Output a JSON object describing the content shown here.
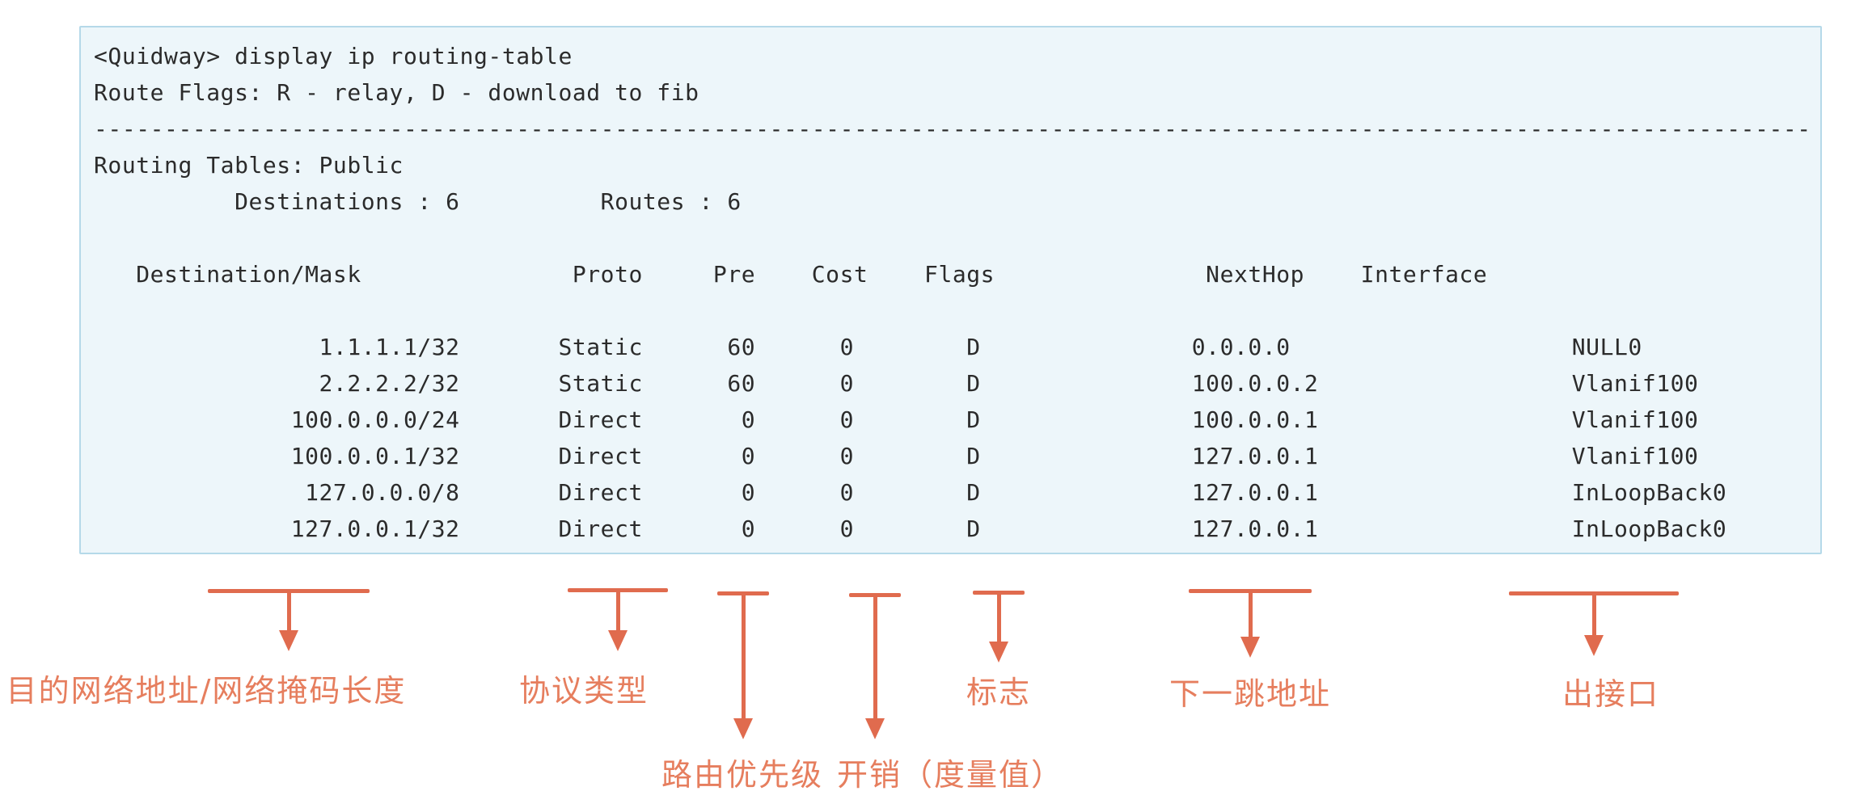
{
  "terminal": {
    "command_line": "<Quidway> display ip routing-table",
    "route_flags_line": "Route Flags: R - relay, D - download to fib",
    "separator": "--------------------------------------------------------------------------------------------------------------------------",
    "tables_label": "Routing Tables: Public",
    "summary": {
      "destinations_label": "Destinations :",
      "destinations_value": "6",
      "routes_label": "Routes :",
      "routes_value": "6"
    },
    "columns": [
      "Destination/Mask",
      "Proto",
      "Pre",
      "Cost",
      "Flags",
      "NextHop",
      "Interface"
    ],
    "routes": [
      {
        "destination_mask": "1.1.1.1/32",
        "proto": "Static",
        "pre": "60",
        "cost": "0",
        "flags": "D",
        "nexthop": "0.0.0.0",
        "interface": "NULL0"
      },
      {
        "destination_mask": "2.2.2.2/32",
        "proto": "Static",
        "pre": "60",
        "cost": "0",
        "flags": "D",
        "nexthop": "100.0.0.2",
        "interface": "Vlanif100"
      },
      {
        "destination_mask": "100.0.0.0/24",
        "proto": "Direct",
        "pre": "0",
        "cost": "0",
        "flags": "D",
        "nexthop": "100.0.0.1",
        "interface": "Vlanif100"
      },
      {
        "destination_mask": "100.0.0.1/32",
        "proto": "Direct",
        "pre": "0",
        "cost": "0",
        "flags": "D",
        "nexthop": "127.0.0.1",
        "interface": "Vlanif100"
      },
      {
        "destination_mask": "127.0.0.0/8",
        "proto": "Direct",
        "pre": "0",
        "cost": "0",
        "flags": "D",
        "nexthop": "127.0.0.1",
        "interface": "InLoopBack0"
      },
      {
        "destination_mask": "127.0.0.1/32",
        "proto": "Direct",
        "pre": "0",
        "cost": "0",
        "flags": "D",
        "nexthop": "127.0.0.1",
        "interface": "InLoopBack0"
      }
    ]
  },
  "annotations": [
    {
      "id": "destination",
      "label": "目的网络地址/网络掩码长度"
    },
    {
      "id": "proto",
      "label": "协议类型"
    },
    {
      "id": "pre",
      "label": "路由优先级"
    },
    {
      "id": "cost",
      "label": "开销（度量值）"
    },
    {
      "id": "flags",
      "label": "标志"
    },
    {
      "id": "nexthop",
      "label": "下一跳地址"
    },
    {
      "id": "interface",
      "label": "出接口"
    }
  ],
  "colors": {
    "terminal_bg": "#edf6fa",
    "terminal_border": "#b5d9e9",
    "terminal_text": "#2b2b2b",
    "arrow": "#e06b4e",
    "annotation_text": "#e67e5e"
  }
}
